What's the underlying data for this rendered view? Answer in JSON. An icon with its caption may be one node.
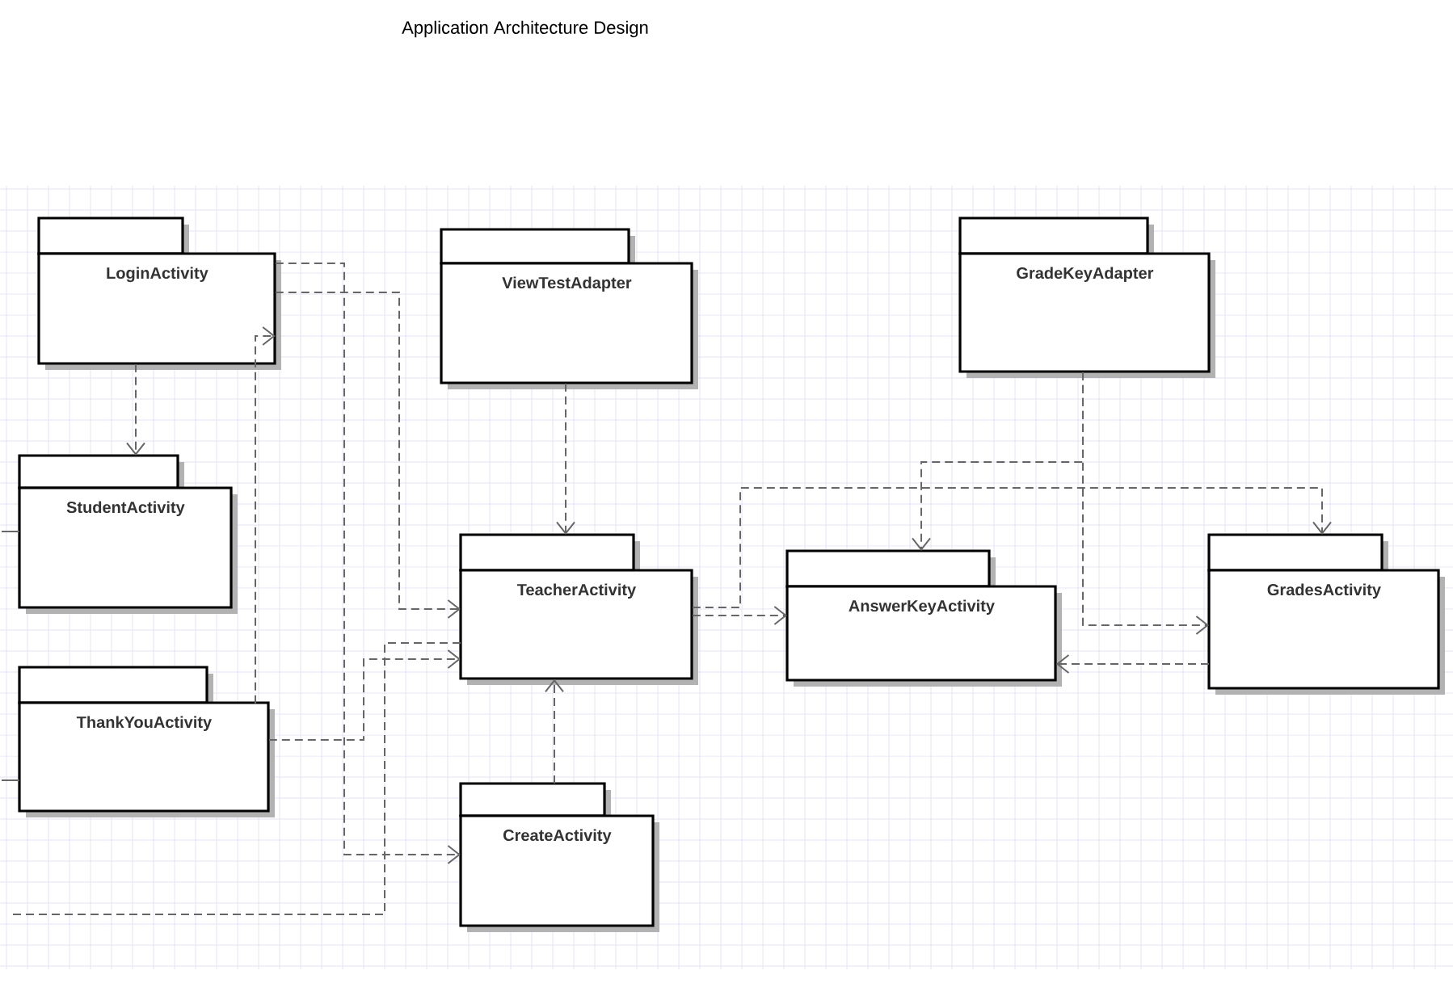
{
  "diagram": {
    "title": "Application Architecture Design",
    "nodes": [
      {
        "text": [
          "LoginActivity"
        ]
      },
      {
        "text": [
          "ViewTestAdapter"
        ]
      },
      {
        "text": [
          "GradeKeyAdapter"
        ]
      },
      {
        "text": [
          "StudentActivity"
        ]
      },
      {
        "text": [
          "TeacherActivity"
        ]
      },
      {
        "text": [
          "AnswerKeyActivity"
        ]
      },
      {
        "text": [
          "GradesActivity"
        ]
      },
      {
        "text": [
          "ThankYouActivity"
        ]
      },
      {
        "text": [
          "CreateActivity"
        ]
      }
    ],
    "edges": [
      {
        "from": 0,
        "to": 3,
        "arrow": "to",
        "style": "dashed"
      },
      {
        "from": 0,
        "to": 8,
        "arrow": "to",
        "style": "dashed"
      },
      {
        "from": 0,
        "to": 4,
        "arrow": "to",
        "style": "dashed"
      },
      {
        "from": 7,
        "to": 0,
        "arrow": "to",
        "style": "dashed"
      },
      {
        "from": 7,
        "to": 4,
        "arrow": "to",
        "style": "dashed"
      },
      {
        "from": null,
        "to": 4,
        "arrow": "none",
        "style": "dashed"
      },
      {
        "from": null,
        "to": 7,
        "arrow": "none"
      },
      {
        "from": 1,
        "to": 4,
        "arrow": "to",
        "style": "dashed"
      },
      {
        "from": 8,
        "to": 4,
        "arrow": "to",
        "style": "dashed"
      },
      {
        "from": 4,
        "to": 5,
        "arrow": "to",
        "style": "dashed"
      },
      {
        "from": 4,
        "to": 6,
        "arrow": "to",
        "style": "dashed"
      },
      {
        "from": 2,
        "to": 5,
        "arrow": "to",
        "style": "dashed"
      },
      {
        "from": 2,
        "to": 6,
        "arrow": "to",
        "style": "dashed"
      },
      {
        "from": 6,
        "to": 5,
        "arrow": "to",
        "style": "dashed"
      },
      {
        "from": null,
        "to": 3,
        "arrow": "none"
      }
    ]
  }
}
